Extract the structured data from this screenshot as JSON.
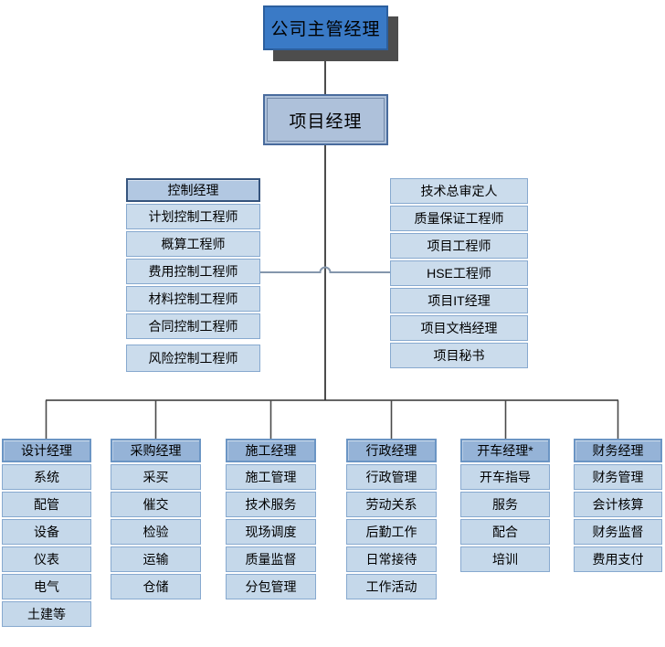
{
  "root": {
    "label": "公司主管经理"
  },
  "project_manager": {
    "label": "项目经理"
  },
  "control_group": {
    "header": "控制经理",
    "items": [
      "计划控制工程师",
      "概算工程师",
      "费用控制工程师",
      "材料控制工程师",
      "合同控制工程师",
      "风险控制工程师"
    ]
  },
  "staff_group": {
    "items": [
      "技术总审定人",
      "质量保证工程师",
      "项目工程师",
      "HSE工程师",
      "项目IT经理",
      "项目文档经理",
      "项目秘书"
    ]
  },
  "departments": [
    {
      "header": "设计经理",
      "items": [
        "系统",
        "配管",
        "设备",
        "仪表",
        "电气",
        "土建等"
      ]
    },
    {
      "header": "采购经理",
      "items": [
        "采买",
        "催交",
        "检验",
        "运输",
        "仓储"
      ]
    },
    {
      "header": "施工经理",
      "items": [
        "施工管理",
        "技术服务",
        "现场调度",
        "质量监督",
        "分包管理"
      ]
    },
    {
      "header": "行政经理",
      "items": [
        "行政管理",
        "劳动关系",
        "后勤工作",
        "日常接待",
        "工作活动"
      ]
    },
    {
      "header": "开车经理*",
      "items": [
        "开车指导",
        "服务",
        "配合",
        "培训"
      ]
    },
    {
      "header": "财务经理",
      "items": [
        "财务管理",
        "会计核算",
        "财务监督",
        "费用支付"
      ]
    }
  ],
  "colors": {
    "root_fill": "#3a7ac6",
    "root_border": "#2c5f9e",
    "root_shadow": "#4d4d4d",
    "project_manager_fill": "#aec1da",
    "project_manager_border": "#4a6c9d",
    "group_header_fill": "#b2c8e2",
    "group_header_border": "#35547d",
    "cell_fill": "#cbdcec",
    "cell_border": "#87a9cf",
    "dept_header_fill": "#95b3d7",
    "dept_header_border": "#6b95c4",
    "connector_dark": "#1f1f1f",
    "connector_blue": "#8496ac"
  }
}
